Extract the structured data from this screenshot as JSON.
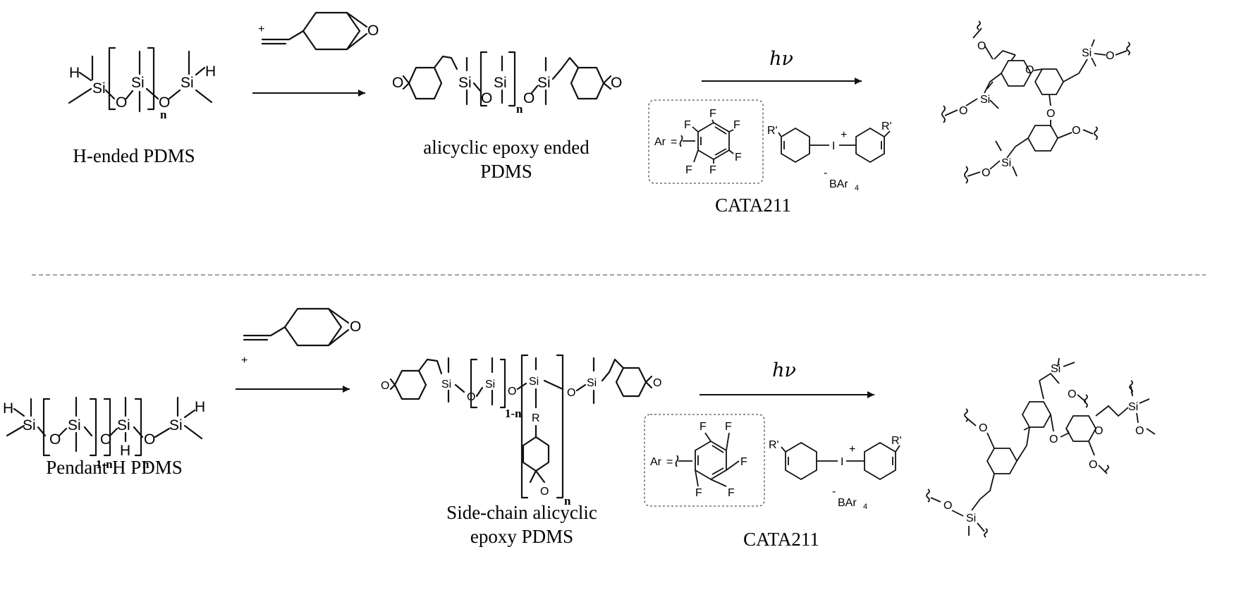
{
  "atoms": {
    "H": "H",
    "Si": "Si",
    "O": "O",
    "F": "F",
    "R": "R",
    "Rp": "R'",
    "I": "I",
    "plus": "+",
    "Ar": "Ar",
    "eq": "=",
    "anion": "BAr",
    "anion_sub": "4",
    "minus": "-"
  },
  "indices": {
    "n": "n",
    "one_minus_n": "1-n"
  },
  "top": {
    "reagent_plus": "+",
    "photo_label": "hν",
    "captions": {
      "start": "H-ended PDMS",
      "product_line1": "alicyclic epoxy ended",
      "product_line2": "PDMS",
      "catalyst": "CATA211"
    }
  },
  "bottom": {
    "reagent_plus": "+",
    "photo_label": "hν",
    "captions": {
      "start": "Pendant H PDMS",
      "product_line1": "Side-chain alicyclic",
      "product_line2": "epoxy PDMS",
      "catalyst": "CATA211"
    }
  }
}
